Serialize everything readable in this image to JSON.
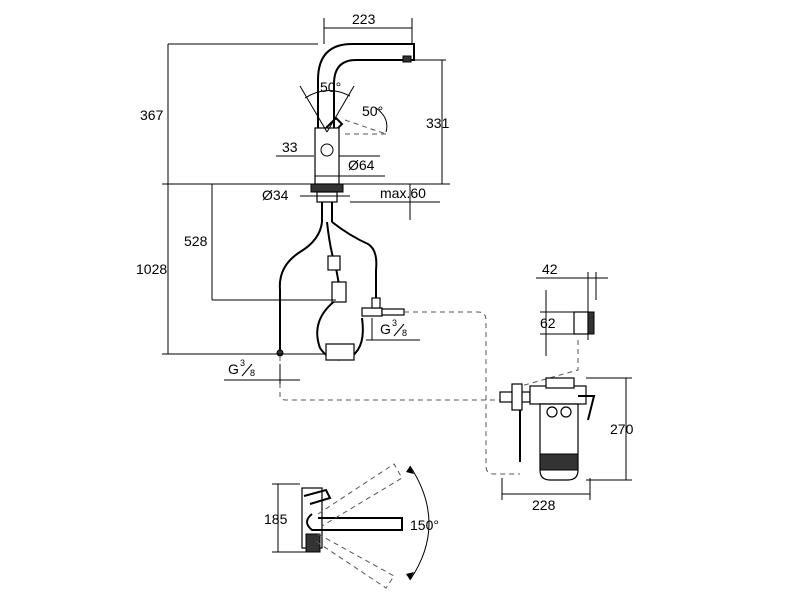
{
  "dimensions": {
    "spout_reach": "223",
    "total_height": "367",
    "spout_height": "331",
    "handle_angle": "50°",
    "spout_angle": "50°",
    "handle_offset": "33",
    "body_diameter": "Ø64",
    "hole_diameter": "Ø34",
    "deck_max": "max.60",
    "hose_length": "528",
    "total_length": "1028",
    "connector_left": "G",
    "connector_left_frac_num": "3",
    "connector_left_frac_den": "8",
    "connector_right": "G",
    "connector_right_frac_num": "3",
    "connector_right_frac_den": "8",
    "bracket_width": "42",
    "bracket_height": "62",
    "filter_height": "270",
    "filter_width": "228",
    "top_view_height": "185",
    "swivel_angle": "150°"
  },
  "colors": {
    "line": "#000000",
    "background": "#ffffff"
  }
}
